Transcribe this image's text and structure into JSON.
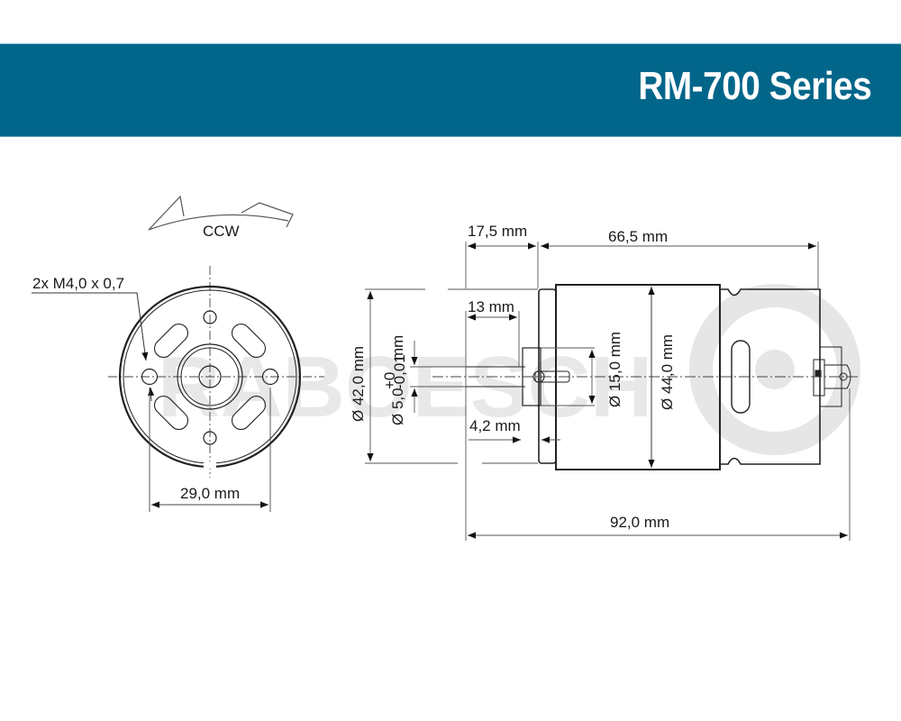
{
  "header": {
    "title": "RM-700 Series",
    "background_color": "#02668a",
    "text_color": "#ffffff"
  },
  "watermark": {
    "text": "RABOESCH"
  },
  "front_view": {
    "rotation_label": "CCW",
    "thread_label": "2x M4,0 x 0,7",
    "hole_spacing_label": "29,0 mm"
  },
  "side_view": {
    "shaft_length_label": "17,5 mm",
    "body_length_label": "66,5 mm",
    "flat_length_label": "13 mm",
    "shaft_diameter_label": "Ø 5,0",
    "shaft_tolerance_upper": "+0",
    "shaft_tolerance_lower": "-0,01",
    "shaft_diameter_unit": "mm",
    "flange_diameter_label": "Ø 42,0 mm",
    "boss_diameter_label": "Ø 15,0 mm",
    "body_diameter_label": "Ø 44,0 mm",
    "boss_height_label": "4,2 mm",
    "total_length_label": "92,0 mm"
  }
}
